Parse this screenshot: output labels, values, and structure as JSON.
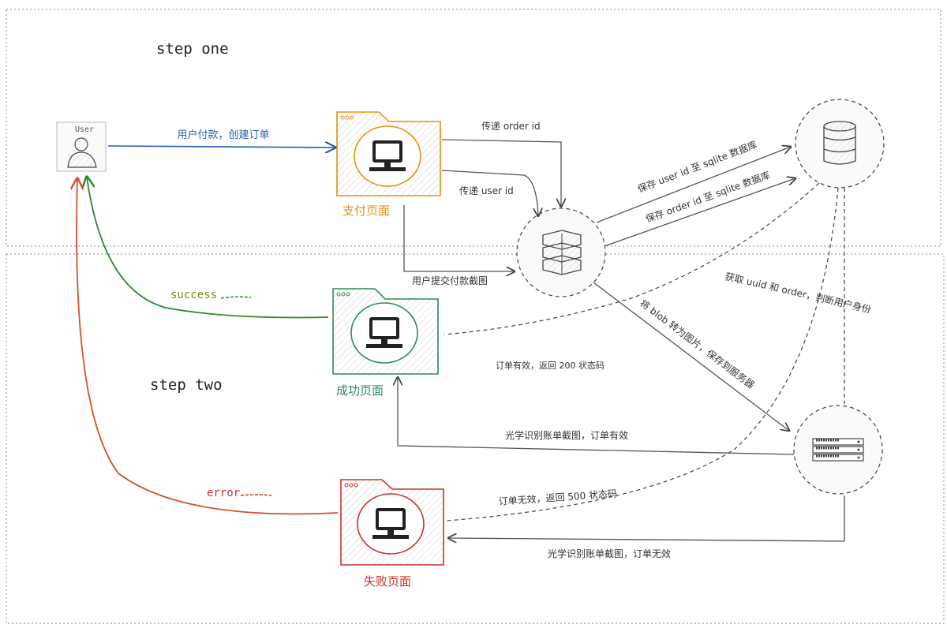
{
  "sections": {
    "step_one": "step one",
    "step_two": "step two"
  },
  "nodes": {
    "user": "User",
    "payment_page": "支付页面",
    "success_page": "成功页面",
    "failure_page": "失败页面"
  },
  "edges": {
    "user_pay": "用户付款，创建订单",
    "pass_order_id": "传递 order id",
    "pass_user_id": "传递 user id",
    "submit_screenshot": "用户提交付款截图",
    "save_user_id": "保存 user id 至 sqlite 数据库",
    "save_order_id": "保存 order id 至 sqlite 数据库",
    "get_uuid_order": "获取 uuid 和 order，判断用户身份",
    "blob_to_image": "将 blob 转为图片，保存到服务器",
    "order_valid_200": "订单有效，返回 200 状态码",
    "ocr_valid": "光学识别账单截图，订单有效",
    "order_invalid_500": "订单无效，返回 500 状态码",
    "ocr_invalid": "光学识别账单截图，订单无效",
    "success": "success",
    "error": "error"
  },
  "colors": {
    "blue": "#1f62a8",
    "orange": "#e8900f",
    "green": "#2e8b57",
    "arrow_green": "#2a8a2a",
    "red": "#c8322c",
    "arrow_red": "#d4502a",
    "dark": "#333333",
    "grey": "#555555"
  }
}
